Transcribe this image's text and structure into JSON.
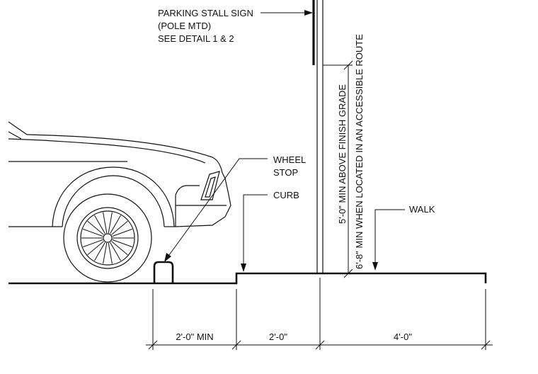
{
  "callouts": {
    "sign_line1": "PARKING STALL SIGN",
    "sign_line2": "(POLE MTD)",
    "sign_line3": "SEE DETAIL 1 & 2",
    "wheel_stop_line1": "WHEEL",
    "wheel_stop_line2": "STOP",
    "curb": "CURB",
    "walk": "WALK"
  },
  "height_notes": {
    "line1": "5'-0\" MIN ABOVE FINISH GRADE",
    "line2": "6'-8\" MIN WHEN LOCATED IN AN ACCESSIBLE ROUTE"
  },
  "dimensions": {
    "wheel_stop_to_curb": "2'-0\" MIN",
    "curb_to_pole": "2'-0\"",
    "pole_to_walk_edge": "4'-0\""
  }
}
